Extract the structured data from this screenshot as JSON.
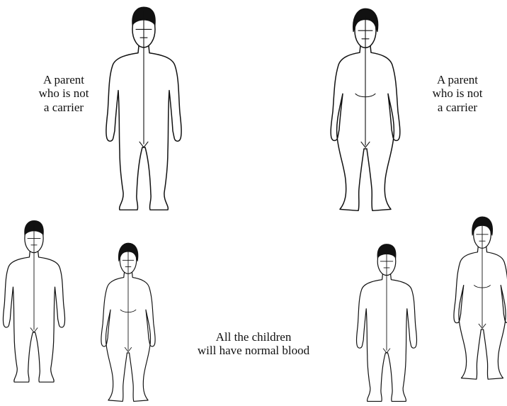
{
  "labels": {
    "left_parent": [
      "A parent",
      "who is not",
      "a carrier"
    ],
    "right_parent": [
      "A parent",
      "who is not",
      "a carrier"
    ],
    "children": [
      "All the children",
      "will have normal blood"
    ]
  },
  "figures": [
    {
      "name": "parent-left-figure",
      "role": "parent",
      "sex": "male"
    },
    {
      "name": "parent-right-figure",
      "role": "parent",
      "sex": "female"
    },
    {
      "name": "child-1-figure",
      "role": "child",
      "sex": "male"
    },
    {
      "name": "child-2-figure",
      "role": "child",
      "sex": "female"
    },
    {
      "name": "child-3-figure",
      "role": "child",
      "sex": "male"
    },
    {
      "name": "child-4-figure",
      "role": "child",
      "sex": "female"
    }
  ]
}
